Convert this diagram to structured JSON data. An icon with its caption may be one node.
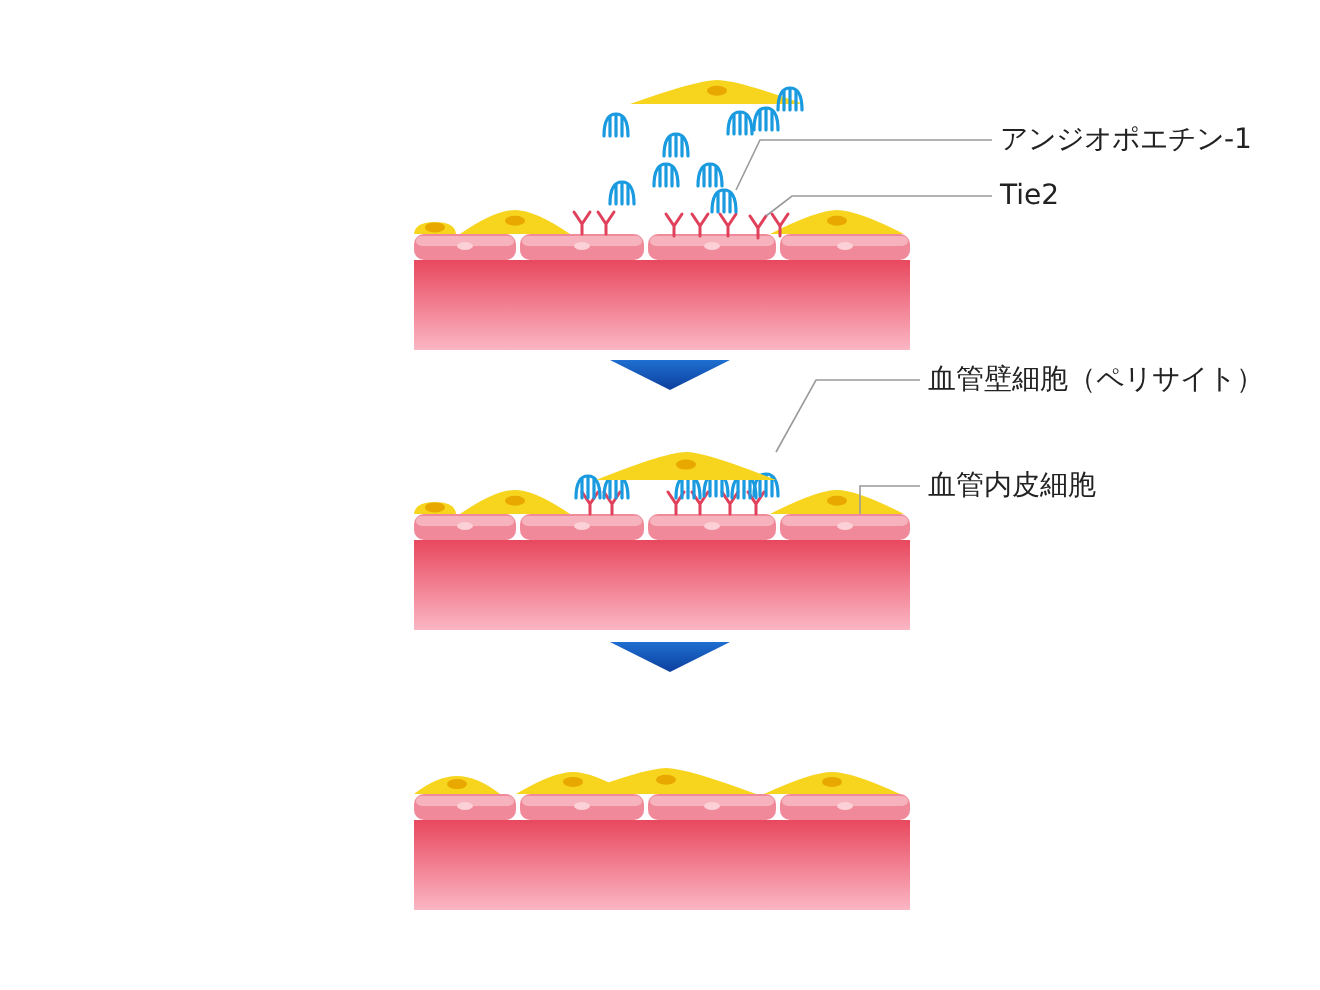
{
  "diagram": {
    "nodes": [
      {
        "text": [
          "アンジオポエチン-1"
        ]
      },
      {
        "text": [
          "Tie2"
        ]
      },
      {
        "text": [
          "血管壁細胞（ペリサイト）"
        ]
      },
      {
        "text": [
          "血管内皮細胞"
        ]
      },
      {
        "text": [],
        "shape": "picture"
      },
      {
        "text": [],
        "shape": "picture"
      },
      {
        "text": [],
        "shape": "picture"
      },
      {
        "text": [],
        "shape": "picture"
      }
    ],
    "edges": [
      {
        "from": 0,
        "to": 4,
        "arrow": "none"
      },
      {
        "from": 1,
        "to": 5,
        "arrow": "none"
      },
      {
        "from": 2,
        "to": 6,
        "arrow": "none"
      },
      {
        "from": 3,
        "to": 7,
        "arrow": "none"
      }
    ]
  }
}
